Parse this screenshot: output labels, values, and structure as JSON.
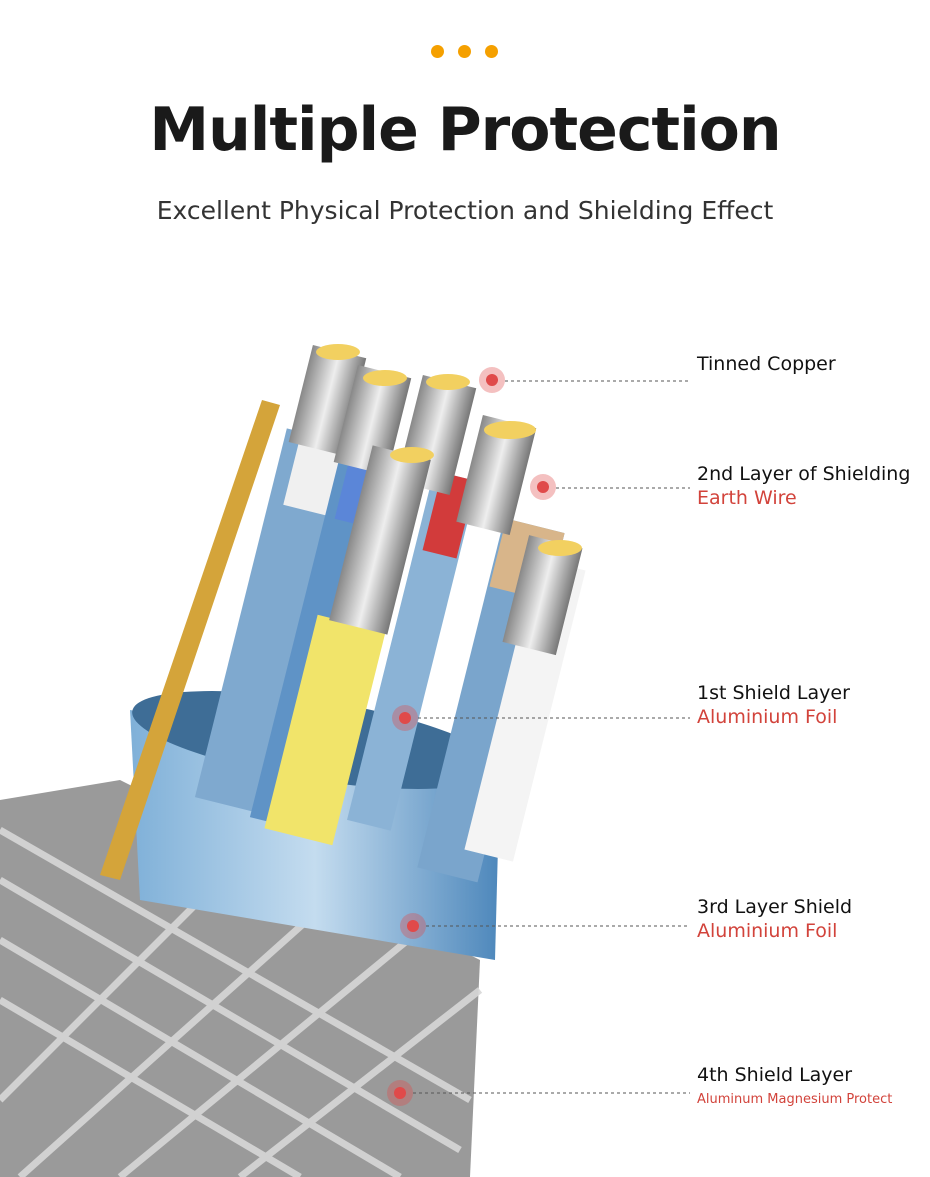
{
  "header": {
    "title": "Multiple Protection",
    "subtitle": "Excellent Physical Protection and Shielding Effect",
    "dot_color": "#f5a000"
  },
  "callouts": [
    {
      "title": "Tinned Copper",
      "subtitle": ""
    },
    {
      "title": "2nd Layer of Shielding",
      "subtitle": "Earth Wire"
    },
    {
      "title": "1st Shield Layer",
      "subtitle": "Aluminium Foil"
    },
    {
      "title": "3rd Layer Shield",
      "subtitle": "Aluminium Foil"
    },
    {
      "title": "4th Shield Layer",
      "subtitle": "Aluminum Magnesium Protect"
    }
  ],
  "colors": {
    "accent_red": "#d2433b",
    "marker": "#e04a4a"
  }
}
